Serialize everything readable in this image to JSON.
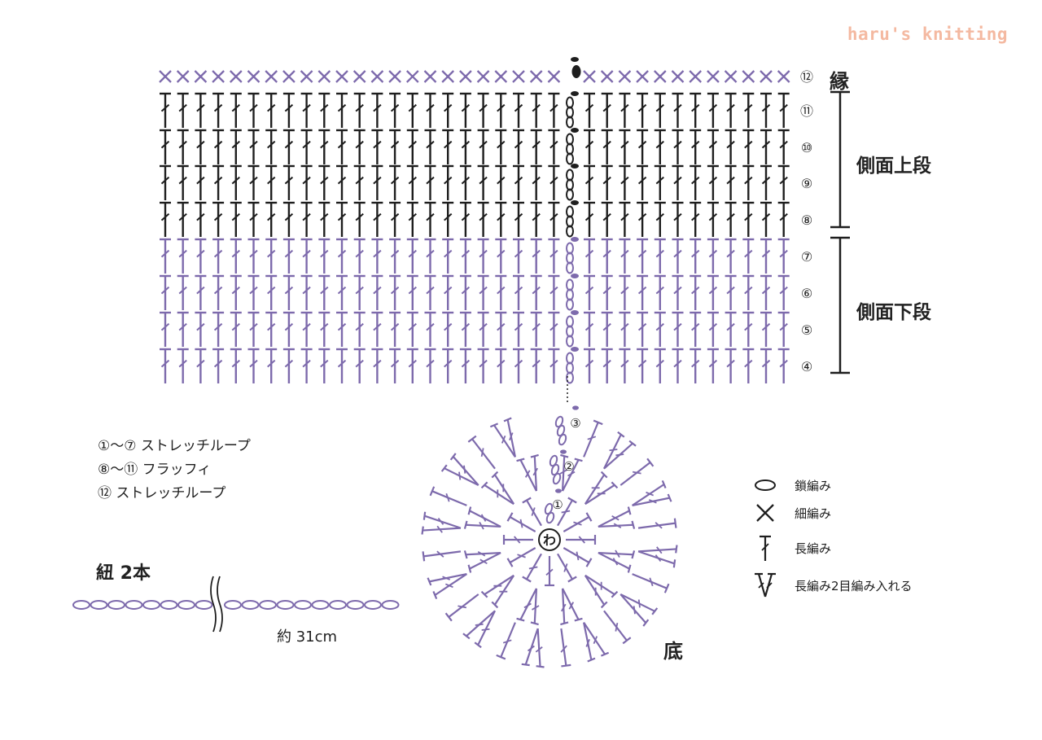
{
  "brand": "haru's knitting",
  "colors": {
    "purple": "#7d6aac",
    "black": "#1e1e1e",
    "brand": "#f4b9a1"
  },
  "body_rows": [
    {
      "label": "⑫",
      "type": "sc",
      "color": "black"
    },
    {
      "label": "⑪",
      "type": "dc",
      "color": "black"
    },
    {
      "label": "⑩",
      "type": "dc",
      "color": "black"
    },
    {
      "label": "⑨",
      "type": "dc",
      "color": "black"
    },
    {
      "label": "⑧",
      "type": "dc",
      "color": "black"
    },
    {
      "label": "⑦",
      "type": "dc",
      "color": "purple"
    },
    {
      "label": "⑥",
      "type": "dc",
      "color": "purple"
    },
    {
      "label": "⑤",
      "type": "dc",
      "color": "purple"
    },
    {
      "label": "④",
      "type": "dc",
      "color": "purple"
    }
  ],
  "sections": {
    "edge": "縁",
    "upper": "側面上段",
    "lower": "側面下段",
    "bottom": "底"
  },
  "base_rounds": [
    "①",
    "②",
    "③"
  ],
  "base_center": "わ",
  "notes": [
    "①〜⑦ ストレッチループ",
    "⑧〜⑪ フラッフィ",
    "⑫ ストレッチループ"
  ],
  "cord": {
    "title": "紐 2本",
    "length": "約 31cm"
  },
  "legend": [
    {
      "icon": "chain-stitch-icon",
      "label": "鎖編み"
    },
    {
      "icon": "single-crochet-icon",
      "label": "細編み"
    },
    {
      "icon": "double-crochet-icon",
      "label": "長編み"
    },
    {
      "icon": "double-crochet-increase-icon",
      "label": "長編み2目編み入れる"
    }
  ]
}
